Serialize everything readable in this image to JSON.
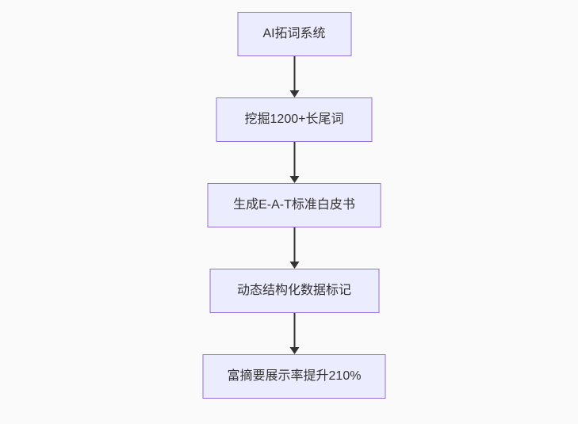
{
  "diagram": {
    "type": "flowchart",
    "direction": "top-down",
    "nodes": [
      {
        "id": "1",
        "label": "AI拓词系统"
      },
      {
        "id": "2",
        "label": "挖掘1200+长尾词"
      },
      {
        "id": "3",
        "label": "生成E-A-T标准白皮书"
      },
      {
        "id": "4",
        "label": "动态结构化数据标记"
      },
      {
        "id": "5",
        "label": "富摘要展示率提升210%"
      }
    ],
    "edges": [
      {
        "from": "1",
        "to": "2",
        "style": "arrow-down"
      },
      {
        "from": "2",
        "to": "3",
        "style": "arrow-down"
      },
      {
        "from": "3",
        "to": "4",
        "style": "arrow-down"
      },
      {
        "from": "4",
        "to": "5",
        "style": "arrow-down"
      }
    ],
    "colors": {
      "node_fill": "#ECECFF",
      "node_border": "#9370DB",
      "arrow": "#333333",
      "text": "#333333",
      "background": "#fafafa"
    }
  }
}
